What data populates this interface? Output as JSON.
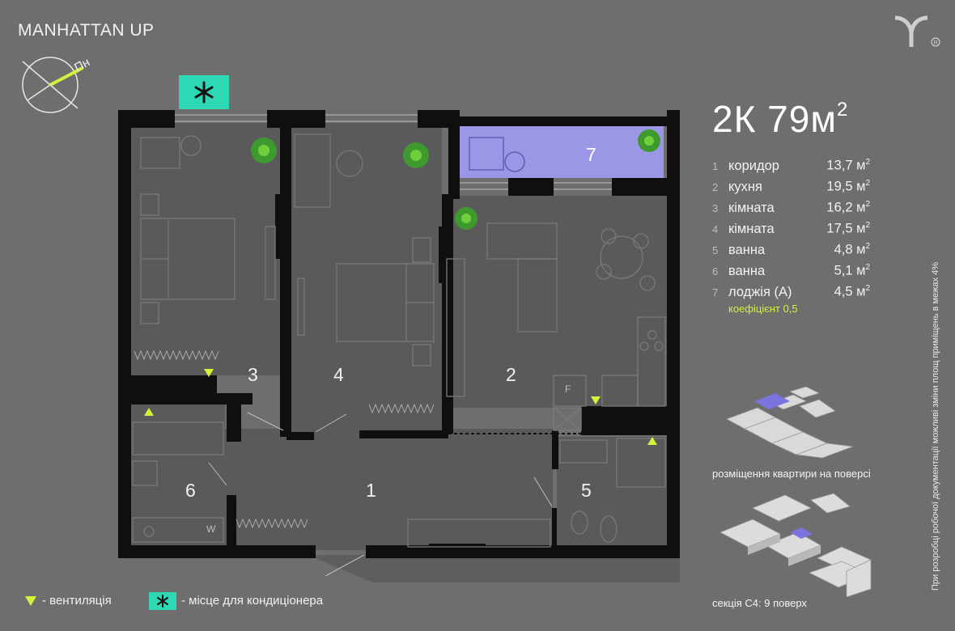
{
  "brand": "MANHATTAN UP",
  "compass_label": "Пн",
  "apartment": {
    "type": "2К",
    "area": "79м",
    "area_sup": "2"
  },
  "rooms": [
    {
      "num": "1",
      "name": "коридор",
      "area": "13,7 м",
      "sup": "2"
    },
    {
      "num": "2",
      "name": "кухня",
      "area": "19,5 м",
      "sup": "2"
    },
    {
      "num": "3",
      "name": "кімната",
      "area": "16,2 м",
      "sup": "2"
    },
    {
      "num": "4",
      "name": "кімната",
      "area": "17,5 м",
      "sup": "2"
    },
    {
      "num": "5",
      "name": "ванна",
      "area": "4,8 м",
      "sup": "2"
    },
    {
      "num": "6",
      "name": "ванна",
      "area": "5,1 м",
      "sup": "2"
    },
    {
      "num": "7",
      "name": "лоджія (А)",
      "area": "4,5 м",
      "sup": "2"
    }
  ],
  "coefficient": "коефіцієнт 0,5",
  "plan_labels": {
    "r1": "1",
    "r2": "2",
    "r3": "3",
    "r4": "4",
    "r5": "5",
    "r6": "6",
    "r7": "7",
    "fridge": "F",
    "washer": "W"
  },
  "floor_caption": "розміщення квартири на поверсі",
  "section_caption": "секція С4: 9 поверх",
  "disclaimer": "При розробці робочої документації можливі зміни площ приміщень в межах 4%",
  "legend": {
    "ventilation": "- вентиляція",
    "ac": "- місце для кондиціонера"
  },
  "colors": {
    "background": "#6e6e6e",
    "walls": "#0f0f0f",
    "floor": "#5a5a5a",
    "loggia": "#9b96e6",
    "accent_green": "#d7f03a",
    "ac_teal": "#2ed8b4"
  }
}
